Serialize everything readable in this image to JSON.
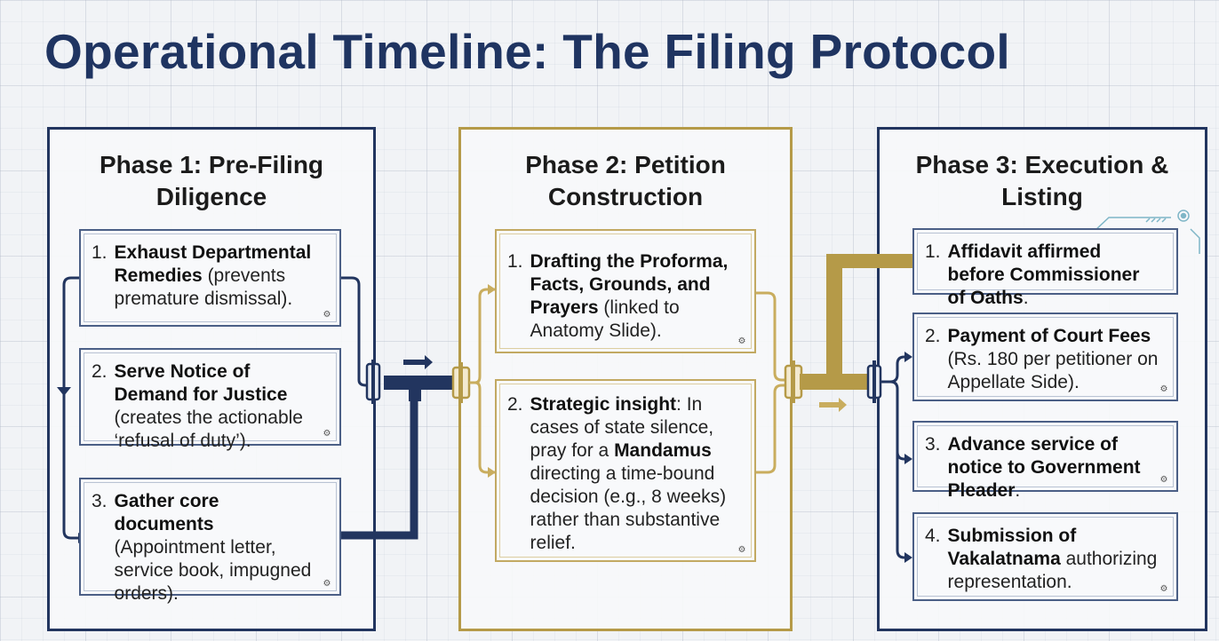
{
  "title": "Operational Timeline: The Filing Protocol",
  "phases": [
    {
      "title": "Phase 1: Pre-Filing Diligence",
      "items": [
        {
          "num": "1.",
          "bold": "Exhaust Departmental Remedies",
          "rest": " (prevents premature dismissal)."
        },
        {
          "num": "2.",
          "bold": "Serve Notice of Demand for Justice",
          "rest": " (creates the actionable ‘refusal of duty’)."
        },
        {
          "num": "3.",
          "bold": "Gather core documents",
          "rest": " (Appointment letter, service book, impugned orders)."
        }
      ]
    },
    {
      "title": "Phase 2: Petition Construction",
      "items": [
        {
          "num": "1.",
          "bold": "Drafting the Proforma, Facts, Grounds, and Prayers",
          "rest": " (linked to Anatomy Slide)."
        },
        {
          "num": "2.",
          "bold": "Strategic insight",
          "rest": ": In cases of state silence, pray for a ",
          "bold2": "Mandamus",
          "rest2": " directing a time-bound decision (e.g., 8 weeks) rather than substantive relief."
        }
      ]
    },
    {
      "title": "Phase 3: Execution & Listing",
      "items": [
        {
          "num": "1.",
          "bold": "Affidavit affirmed before Commissioner of Oaths",
          "rest": "."
        },
        {
          "num": "2.",
          "bold": "Payment of Court Fees",
          "rest": " (Rs. 180 per petitioner on Appellate Side)."
        },
        {
          "num": "3.",
          "bold": "Advance service of notice to Government Pleader",
          "rest": "."
        },
        {
          "num": "4.",
          "bold": "Submission of Vakalatnama",
          "rest": " authorizing representation."
        }
      ]
    }
  ],
  "colors": {
    "navy": "#22355f",
    "gold": "#b59a48",
    "title": "#1f3461"
  },
  "icons": [
    "gear-icon",
    "arrow-right-icon",
    "valve-icon",
    "circuit-decoration-icon"
  ]
}
